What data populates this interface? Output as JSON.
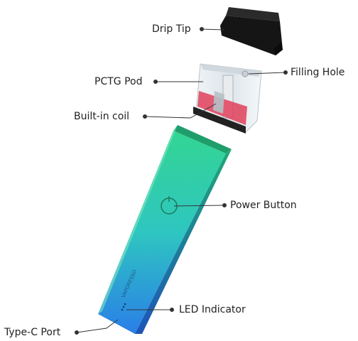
{
  "labels": {
    "drip_tip": "Drip Tip",
    "filling_hole": "Filling Hole",
    "pctg_pod": "PCTG Pod",
    "built_in_coil": "Built-in coil",
    "power_button": "Power Button",
    "led_indicator": "LED Indicator",
    "type_c_port": "Type-C Port"
  },
  "device_branding": "VAPORESSO",
  "colors": {
    "body_top": "#2fd196",
    "body_bottom": "#2a84e6",
    "drip_tip": "#1b1b1b",
    "pod_liquid": "#e0405a",
    "leader_line": "#333333"
  }
}
